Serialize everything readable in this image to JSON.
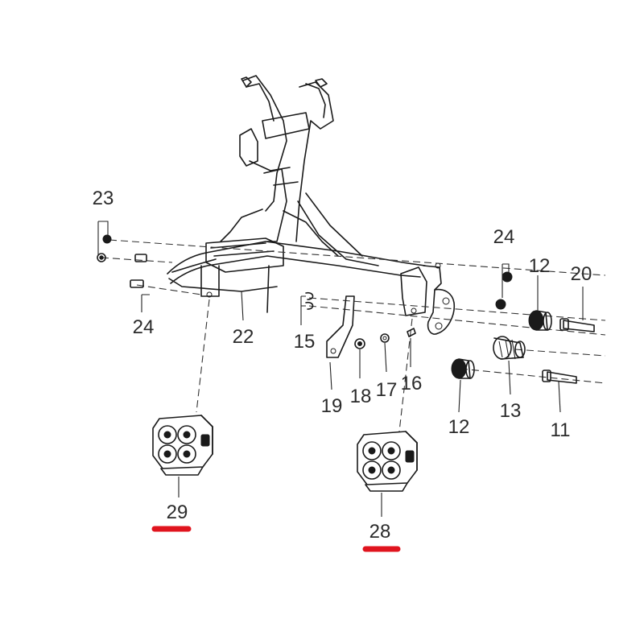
{
  "diagram": {
    "callouts": {
      "c23": "23",
      "c24a": "24",
      "c24b": "24",
      "c22": "22",
      "c15": "15",
      "c19": "19",
      "c18": "18",
      "c17": "17",
      "c16": "16",
      "c12a": "12",
      "c12b": "12",
      "c20": "20",
      "c13": "13",
      "c11": "11",
      "c29": "29",
      "c28": "28"
    },
    "highlight_color": "#e0141e"
  }
}
